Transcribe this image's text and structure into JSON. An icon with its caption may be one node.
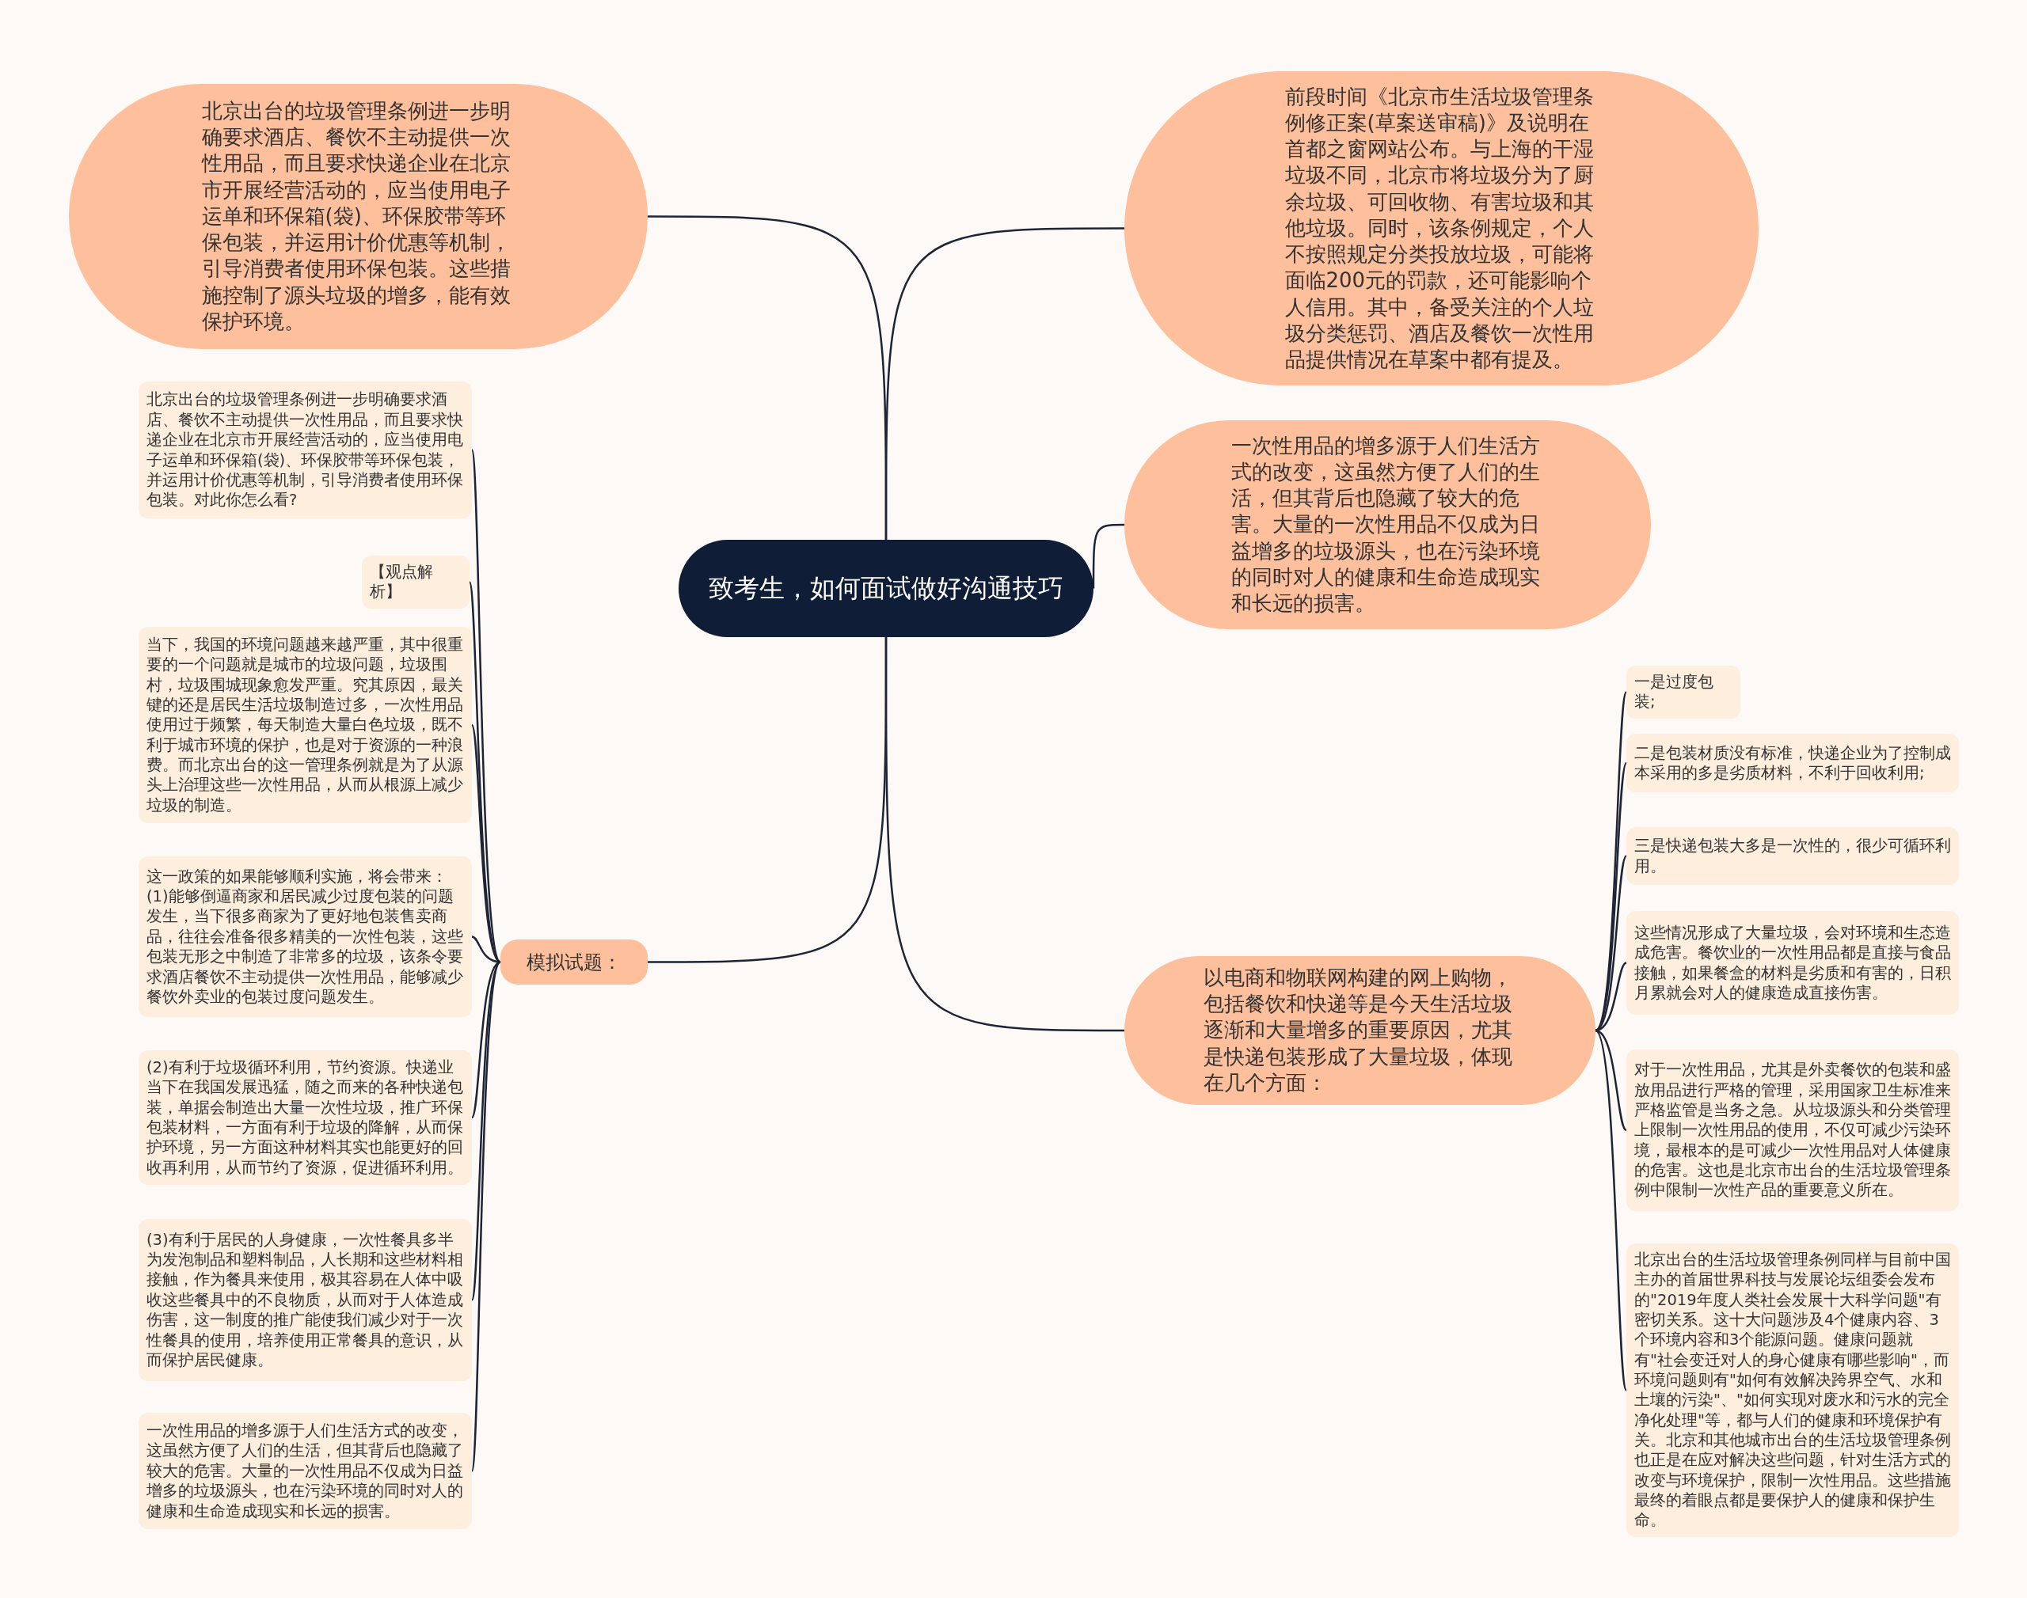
{
  "diagram": {
    "nodes": [
      {
        "text": [
          "致考生，如何面试做好沟通技巧"
        ]
      },
      {
        "text": [
          "北京出台的垃圾管理条例进一步明确要求酒店、餐饮不主动提供一次性用品，而且要求快递企业在北京市开展经营活动的，应当使用电子运单和环保箱(袋)、环保胶带等环保包装，并运用计价优惠等机制，引导消费者使用环保包装。这些措施控制了源头垃圾的增多，能有效保护环境。"
        ]
      },
      {
        "text": [
          "前段时间《北京市生活垃圾管理条例修正案(草案送审稿)》及说明在首都之窗网站公布。与上海的干湿垃圾不同，北京市将垃圾分为了厨余垃圾、可回收物、有害垃圾和其他垃圾。同时，该条例规定，个人不按照规定分类投放垃圾，可能将面临200元的罚款，还可能影响个人信用。其中，备受关注的个人垃圾分类惩罚、酒店及餐饮一次性用品提供情况在草案中都有提及。"
        ]
      },
      {
        "text": [
          "一次性用品的增多源于人们生活方式的改变，这虽然方便了人们的生活，但其背后也隐藏了较大的危害。大量的一次性用品不仅成为日益增多的垃圾源头，也在污染环境的同时对人的健康和生命造成现实和长远的损害。"
        ]
      },
      {
        "text": [
          "模拟试题："
        ]
      },
      {
        "text": [
          "以电商和物联网构建的网上购物，包括餐饮和快递等是今天生活垃圾逐渐和大量增多的重要原因，尤其是快递包装形成了大量垃圾，体现在几个方面："
        ]
      },
      {
        "text": [
          "北京出台的垃圾管理条例进一步明确要求酒店、餐饮不主动提供一次性用品，而且要求快递企业在北京市开展经营活动的，应当使用电子运单和环保箱(袋)、环保胶带等环保包装，并运用计价优惠等机制，引导消费者使用环保包装。对此你怎么看?"
        ]
      },
      {
        "text": [
          "【观点解析】"
        ]
      },
      {
        "text": [
          "当下，我国的环境问题越来越严重，其中很重要的一个问题就是城市的垃圾问题，垃圾围村，垃圾围城现象愈发严重。究其原因，最关键的还是居民生活垃圾制造过多，一次性用品使用过于频繁，每天制造大量白色垃圾，既不利于城市环境的保护，也是对于资源的一种浪费。而北京出台的这一管理条例就是为了从源头上治理这些一次性用品，从而从根源上减少垃圾的制造。"
        ]
      },
      {
        "text": [
          "这一政策的如果能够顺利实施，将会带来：(1)能够倒逼商家和居民减少过度包装的问题发生，当下很多商家为了更好地包装售卖商品，往往会准备很多精美的一次性包装，这些包装无形之中制造了非常多的垃圾，该条令要求酒店餐饮不主动提供一次性用品，能够减少餐饮外卖业的包装过度问题发生。"
        ]
      },
      {
        "text": [
          "(2)有利于垃圾循环利用，节约资源。快递业当下在我国发展迅猛，随之而来的各种快递包装，单据会制造出大量一次性垃圾，推广环保包装材料，一方面有利于垃圾的降解，从而保护环境，另一方面这种材料其实也能更好的回收再利用，从而节约了资源，促进循环利用。"
        ]
      },
      {
        "text": [
          "(3)有利于居民的人身健康，一次性餐具多半为发泡制品和塑料制品，人长期和这些材料相接触，作为餐具来使用，极其容易在人体中吸收这些餐具中的不良物质，从而对于人体造成伤害，这一制度的推广能使我们减少对于一次性餐具的使用，培养使用正常餐具的意识，从而保护居民健康。"
        ]
      },
      {
        "text": [
          "一次性用品的增多源于人们生活方式的改变，这虽然方便了人们的生活，但其背后也隐藏了较大的危害。大量的一次性用品不仅成为日益增多的垃圾源头，也在污染环境的同时对人的健康和生命造成现实和长远的损害。"
        ]
      },
      {
        "text": [
          "一是过度包装;"
        ]
      },
      {
        "text": [
          "二是包装材质没有标准，快递企业为了控制成本采用的多是劣质材料，不利于回收利用;"
        ]
      },
      {
        "text": [
          "三是快递包装大多是一次性的，很少可循环利用。"
        ]
      },
      {
        "text": [
          "这些情况形成了大量垃圾，会对环境和生态造成危害。餐饮业的一次性用品都是直接与食品接触，如果餐盒的材料是劣质和有害的，日积月累就会对人的健康造成直接伤害。"
        ]
      },
      {
        "text": [
          "对于一次性用品，尤其是外卖餐饮的包装和盛放用品进行严格的管理，采用国家卫生标准来严格监管是当务之急。从垃圾源头和分类管理上限制一次性用品的使用，不仅可减少污染环境，最根本的是可减少一次性用品对人体健康的危害。这也是北京市出台的生活垃圾管理条例中限制一次性产品的重要意义所在。"
        ]
      },
      {
        "text": [
          "北京出台的生活垃圾管理条例同样与目前中国主办的首届世界科技与发展论坛组委会发布的\"2019年度人类社会发展十大科学问题\"有密切关系。这十大问题涉及4个健康内容、3个环境内容和3个能源问题。健康问题就有\"社会变迁对人的身心健康有哪些影响\"，而环境问题则有\"如何有效解决跨界空气、水和土壤的污染\"、\"如何实现对废水和污水的完全净化处理\"等，都与人们的健康和环境保护有关。北京和其他城市出台的生活垃圾管理条例也正是在应对解决这些问题，针对生活方式的改变与环境保护，限制一次性用品。这些措施最终的着眼点都是要保护人的健康和保护生命。"
        ]
      }
    ],
    "edges": [
      {
        "from": 0,
        "to": 1,
        "arrow": "none"
      },
      {
        "from": 0,
        "to": 2,
        "arrow": "none"
      },
      {
        "from": 0,
        "to": 3,
        "arrow": "none"
      },
      {
        "from": 0,
        "to": 4,
        "arrow": "none"
      },
      {
        "from": 0,
        "to": 5,
        "arrow": "none"
      },
      {
        "from": 4,
        "to": 6,
        "arrow": "none"
      },
      {
        "from": 4,
        "to": 7,
        "arrow": "none"
      },
      {
        "from": 4,
        "to": 8,
        "arrow": "none"
      },
      {
        "from": 4,
        "to": 9,
        "arrow": "none"
      },
      {
        "from": 4,
        "to": 10,
        "arrow": "none"
      },
      {
        "from": 4,
        "to": 11,
        "arrow": "none"
      },
      {
        "from": 4,
        "to": 12,
        "arrow": "none"
      },
      {
        "from": 5,
        "to": 13,
        "arrow": "none"
      },
      {
        "from": 5,
        "to": 14,
        "arrow": "none"
      },
      {
        "from": 5,
        "to": 15,
        "arrow": "none"
      },
      {
        "from": 5,
        "to": 16,
        "arrow": "none"
      },
      {
        "from": 5,
        "to": 17,
        "arrow": "none"
      },
      {
        "from": 5,
        "to": 18,
        "arrow": "none"
      }
    ]
  }
}
